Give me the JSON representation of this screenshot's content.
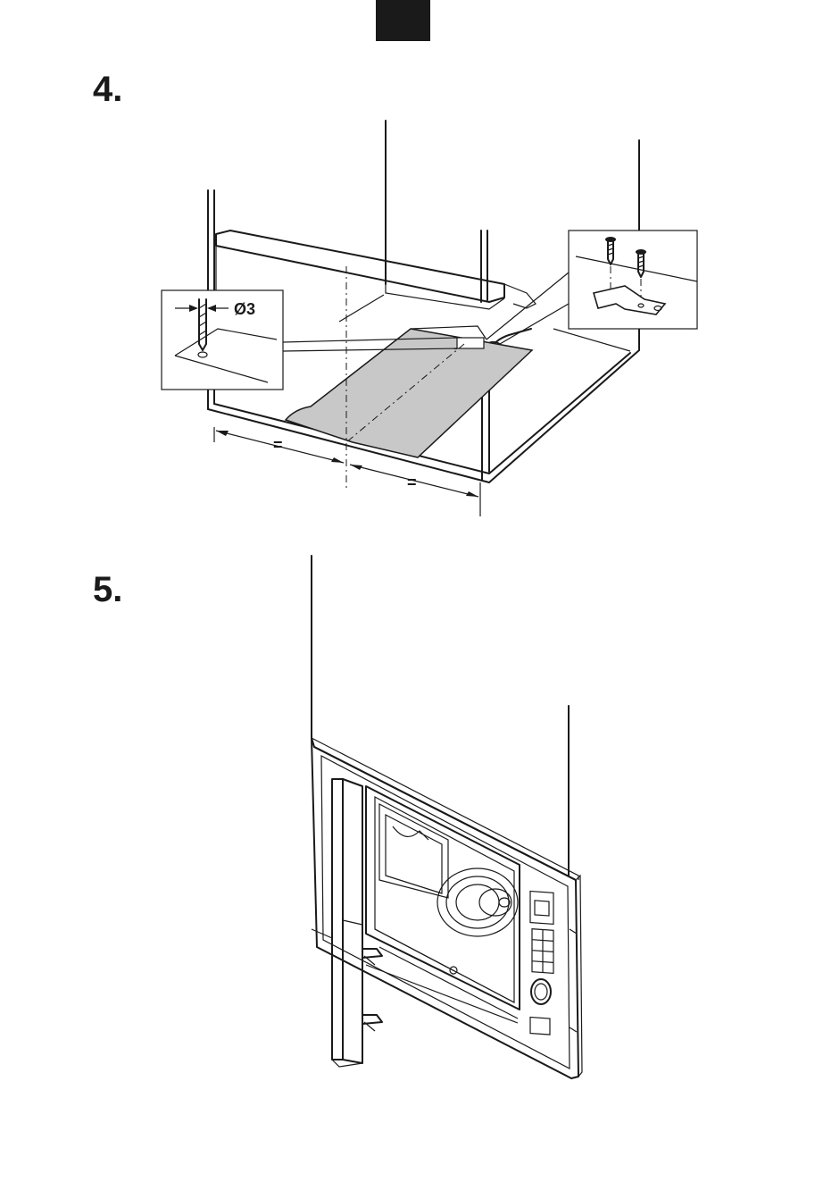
{
  "header_tab": {
    "color": "#1a1a1a"
  },
  "steps": [
    {
      "label": "4."
    },
    {
      "label": "5."
    }
  ],
  "figure4": {
    "drill_label": "Ø3",
    "equal_left": "=",
    "equal_right": "=",
    "template_color": "#c8c8c8"
  }
}
